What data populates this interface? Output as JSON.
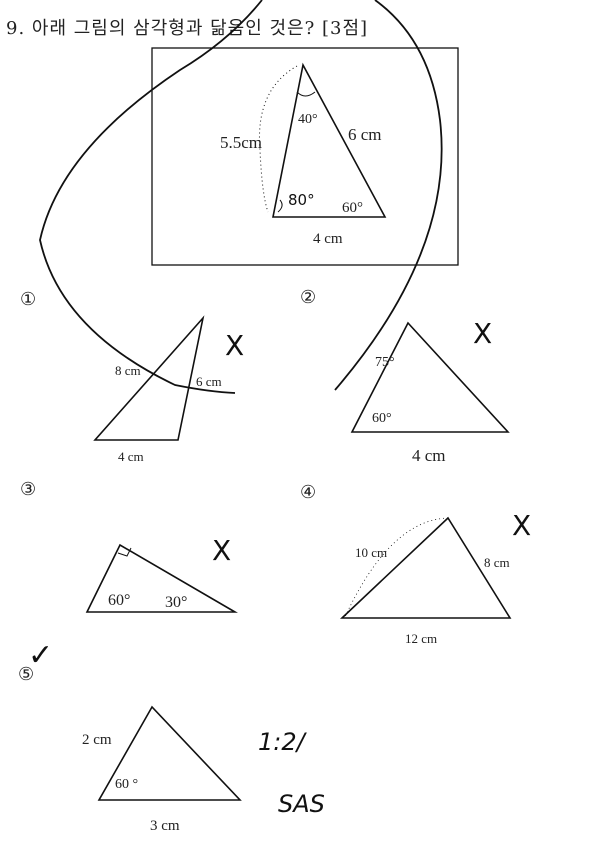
{
  "question": {
    "title": "9. 아래 그림의 삼각형과 닮음인 것은? [3점]"
  },
  "reference": {
    "angle_top": "40°",
    "side_right": "6 cm",
    "side_left": "5.5cm",
    "angle_left_handwritten": "80°",
    "angle_right": "60°",
    "side_bottom": "4 cm"
  },
  "options": [
    {
      "label": "①",
      "texts": [
        "8 cm",
        "6 cm",
        "4 cm"
      ],
      "mark": "X"
    },
    {
      "label": "②",
      "texts": [
        "75°",
        "60°",
        "4 cm"
      ],
      "mark": "X"
    },
    {
      "label": "③",
      "texts": [
        "60°",
        "30°"
      ],
      "mark": "X"
    },
    {
      "label": "④",
      "texts": [
        "10 cm",
        "8 cm",
        "12 cm"
      ],
      "mark": "X"
    },
    {
      "label": "⑤",
      "texts": [
        "2 cm",
        "60 °",
        "3 cm"
      ],
      "mark": "✓"
    }
  ],
  "notes": {
    "ratio": "1:2/",
    "rule": "SAS"
  }
}
